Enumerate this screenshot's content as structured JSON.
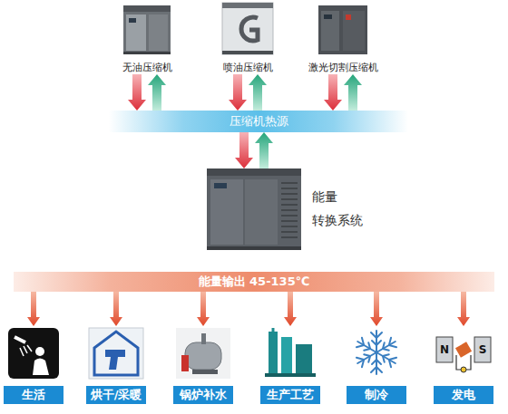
{
  "diagram": {
    "nodes": [
      {
        "text": [
          "无油压缩机"
        ]
      },
      {
        "text": [
          "喷油压缩机"
        ]
      },
      {
        "text": [
          "激光切割压缩机"
        ]
      },
      {
        "text": [
          "压缩机热源"
        ]
      },
      {
        "text": [
          "能量 转换系统"
        ]
      },
      {
        "text": [
          "能量输出 45-135℃"
        ]
      },
      {
        "text": [
          "生活"
        ]
      },
      {
        "text": [
          "烘干/采暖"
        ]
      },
      {
        "text": [
          "锅炉补水"
        ]
      },
      {
        "text": [
          "生产工艺"
        ]
      },
      {
        "text": [
          "制冷"
        ]
      },
      {
        "text": [
          "发电"
        ]
      }
    ],
    "edges": [
      {
        "from": 0,
        "to": 3,
        "arrow": "to"
      },
      {
        "from": 3,
        "to": 0,
        "arrow": "to"
      },
      {
        "from": 1,
        "to": 3,
        "arrow": "to"
      },
      {
        "from": 3,
        "to": 1,
        "arrow": "to"
      },
      {
        "from": 2,
        "to": 3,
        "arrow": "to"
      },
      {
        "from": 3,
        "to": 2,
        "arrow": "to"
      },
      {
        "from": 3,
        "to": 4,
        "arrow": "to"
      },
      {
        "from": 4,
        "to": 3,
        "arrow": "to"
      },
      {
        "from": 5,
        "to": 6,
        "arrow": "to"
      },
      {
        "from": 5,
        "to": 7,
        "arrow": "to"
      },
      {
        "from": 5,
        "to": 8,
        "arrow": "to"
      },
      {
        "from": 5,
        "to": 9,
        "arrow": "to"
      },
      {
        "from": 5,
        "to": 10,
        "arrow": "to"
      },
      {
        "from": 5,
        "to": 11,
        "arrow": "to"
      }
    ],
    "labels": [
      "N",
      "S"
    ]
  }
}
